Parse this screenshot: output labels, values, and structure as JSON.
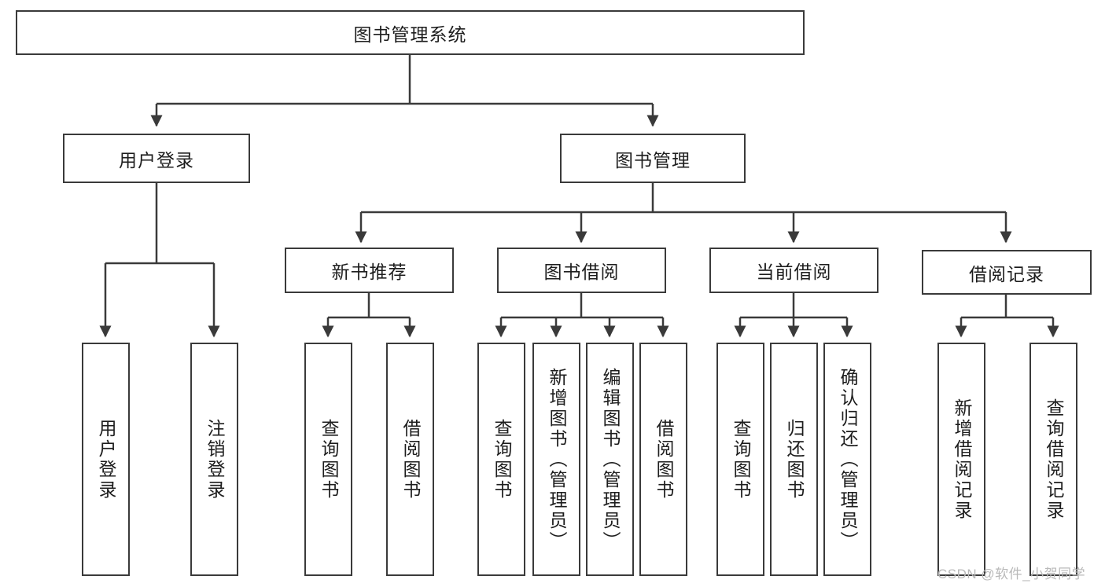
{
  "diagram": {
    "title": "图书管理系统",
    "type": "hierarchy-tree",
    "root": {
      "label": "图书管理系统",
      "id": "root"
    },
    "level1": [
      {
        "id": "user-login",
        "label": "用户登录"
      },
      {
        "id": "book-management",
        "label": "图书管理"
      }
    ],
    "level2": [
      {
        "id": "new-book-recommend",
        "label": "新书推荐",
        "parent": "book-management"
      },
      {
        "id": "book-borrow",
        "label": "图书借阅",
        "parent": "book-management"
      },
      {
        "id": "current-borrow",
        "label": "当前借阅",
        "parent": "book-management"
      },
      {
        "id": "borrow-record",
        "label": "借阅记录",
        "parent": "book-management"
      }
    ],
    "leaves": {
      "user_login": [
        {
          "id": "leaf-user-login",
          "label": "用户登录"
        },
        {
          "id": "leaf-user-logout",
          "label": "注销登录"
        }
      ],
      "new_book_recommend": [
        {
          "id": "leaf-query-book-1",
          "label": "查询图书"
        },
        {
          "id": "leaf-borrow-book-1",
          "label": "借阅图书"
        }
      ],
      "book_borrow": [
        {
          "id": "leaf-query-book-2",
          "label": "查询图书"
        },
        {
          "id": "leaf-add-book",
          "label": "新增图书（管理员）"
        },
        {
          "id": "leaf-edit-book",
          "label": "编辑图书（管理员）"
        },
        {
          "id": "leaf-borrow-book-2",
          "label": "借阅图书"
        }
      ],
      "current_borrow": [
        {
          "id": "leaf-query-book-3",
          "label": "查询图书"
        },
        {
          "id": "leaf-return-book",
          "label": "归还图书"
        },
        {
          "id": "leaf-confirm-return",
          "label": "确认归还（管理员）"
        }
      ],
      "borrow_record": [
        {
          "id": "leaf-add-record",
          "label": "新增借阅记录"
        },
        {
          "id": "leaf-query-record",
          "label": "查询借阅记录"
        }
      ]
    },
    "watermark": "CSDN @软件_小贺同学",
    "colors": {
      "border": "#3a3a3a",
      "text": "#1d1d1d",
      "background": "#ffffff",
      "watermark": "#b9b9b9"
    }
  }
}
